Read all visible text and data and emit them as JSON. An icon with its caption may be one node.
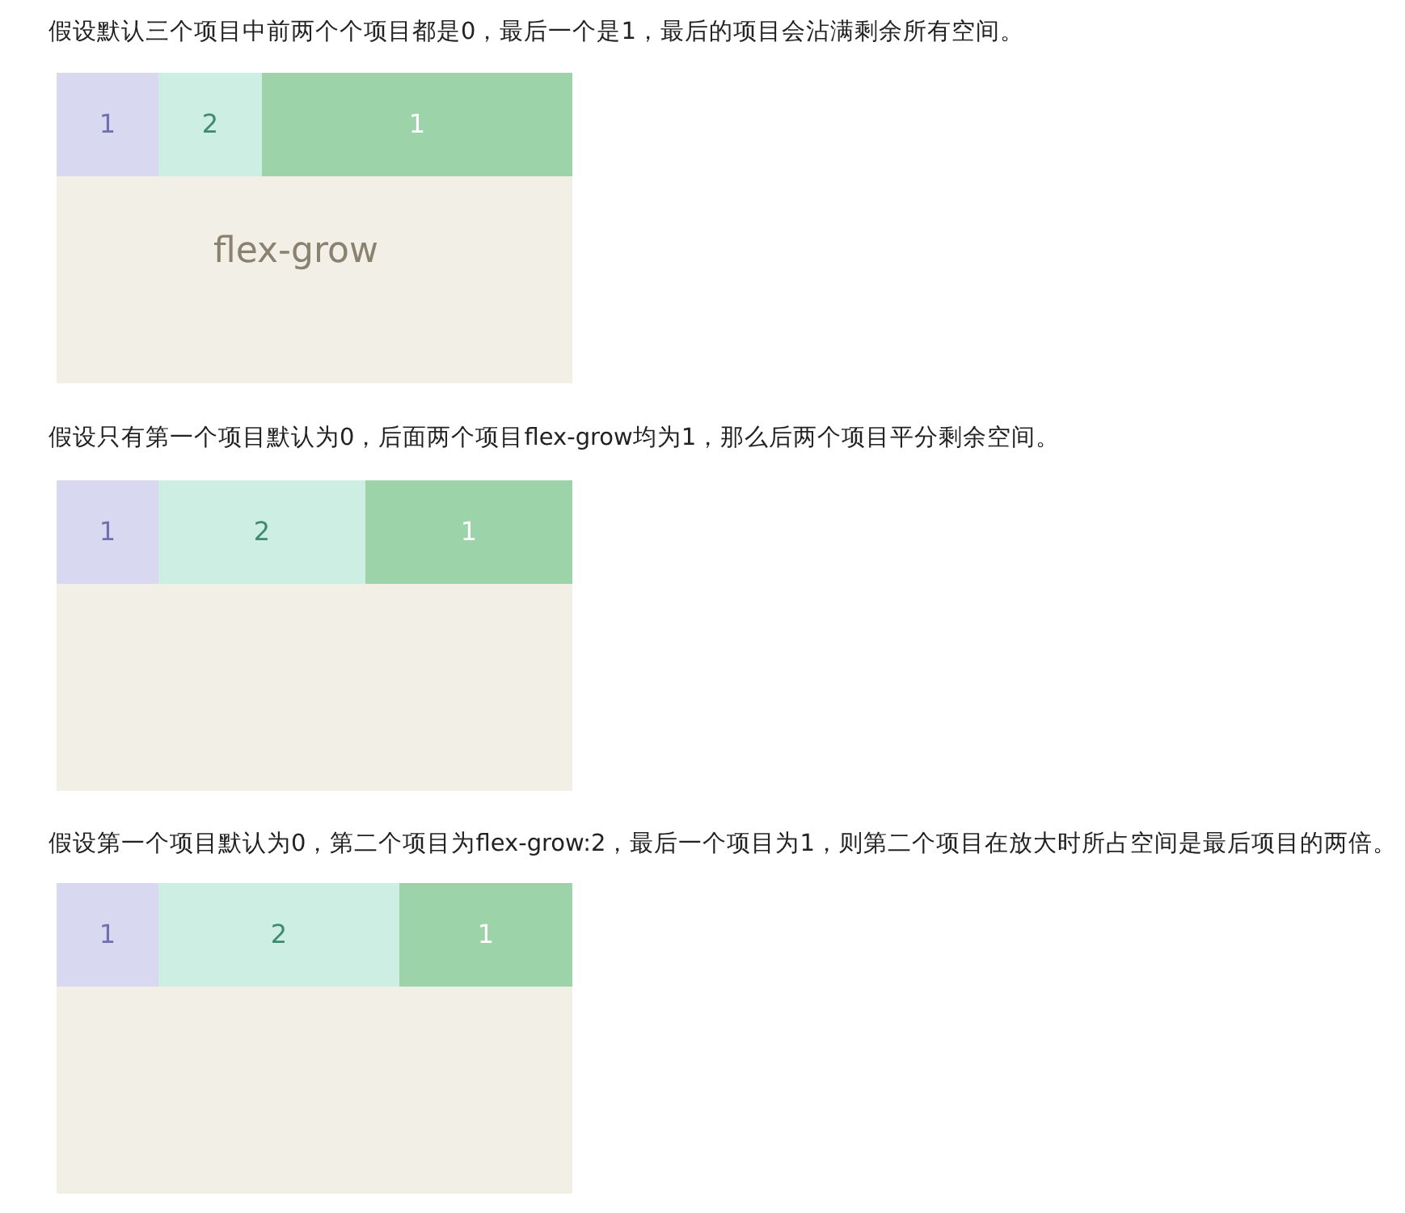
{
  "diagram": {
    "nodes": [
      {
        "text": [
          "flex-grow"
        ]
      },
      {
        "text": [
          "1"
        ],
        "in": 0
      },
      {
        "text": [
          "2"
        ],
        "in": 0
      },
      {
        "text": [
          "1"
        ],
        "in": 0
      },
      {
        "text": [],
        "shape": "box"
      },
      {
        "text": [
          "1"
        ],
        "in": 4
      },
      {
        "text": [
          "2"
        ],
        "in": 4
      },
      {
        "text": [
          "1"
        ],
        "in": 4
      },
      {
        "text": [],
        "shape": "box"
      },
      {
        "text": [
          "1"
        ],
        "in": 8
      },
      {
        "text": [
          "2"
        ],
        "in": 8
      },
      {
        "text": [
          "1"
        ],
        "in": 8
      }
    ],
    "labels": [
      "假设默认三个项目中前两个个项目都是0，最后一个是1，最后的项目会沾满剩余所有空间。",
      "假设只有第一个项目默认为0，后面两个项目flex-grow均为1，那么后两个项目平分剩余空间。",
      "假设第一个项目默认为0，第二个项目为flex-grow:2，最后一个项目为1，则第二个项目在放大时所占空间是最后项目的两倍。"
    ]
  }
}
